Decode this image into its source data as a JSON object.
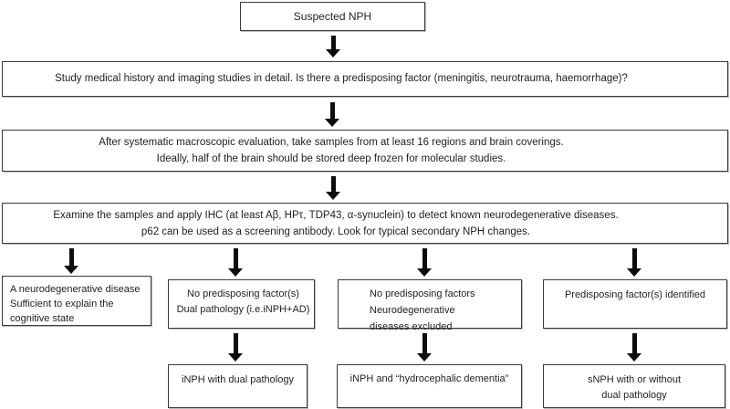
{
  "colors": {
    "background": "#ffffff",
    "box_border": "#3b3b3b",
    "arrow": "#0d0d0d",
    "text": "#1f1f1f"
  },
  "nodes": {
    "suspected": {
      "lines": [
        "Suspected NPH"
      ]
    },
    "history": {
      "lines": [
        "Study medical history and imaging studies in detail. Is there a predisposing factor (meningitis, neurotrauma, haemorrhage)?"
      ]
    },
    "sampling": {
      "lines": [
        "After systematic macroscopic evaluation, take samples from at least 16 regions and brain coverings.",
        "Ideally, half of the brain should be stored deep frozen for molecular studies."
      ]
    },
    "ihc": {
      "lines": [
        "Examine the samples and apply IHC (at least Aβ, HPτ, TDP43, α-synuclein) to detect known neurodegenerative diseases.",
        "p62 can be used as a screening antibody. Look for typical secondary NPH changes."
      ]
    },
    "outcome_neurodegenerative": {
      "lines": [
        "A neurodegenerative disease",
        "Sufficient to explain the",
        "cognitive state"
      ]
    },
    "outcome_dual_pathology": {
      "lines": [
        "No predisposing factor(s)",
        "Dual pathology (i.e.iNPH+AD)"
      ]
    },
    "outcome_diseases_excluded": {
      "lines": [
        "No predisposing factors",
        "Neurodegenerative",
        "diseases excluded"
      ]
    },
    "outcome_factor_identified": {
      "lines": [
        "Predisposing factor(s) identified"
      ]
    },
    "final_inph_dual": {
      "lines": [
        "iNPH with dual pathology"
      ]
    },
    "final_inph_hydrocephalic": {
      "lines": [
        "iNPH and “hydrocephalic dementia”"
      ]
    },
    "final_snph": {
      "lines": [
        "sNPH with or without",
        "dual pathology"
      ]
    }
  }
}
